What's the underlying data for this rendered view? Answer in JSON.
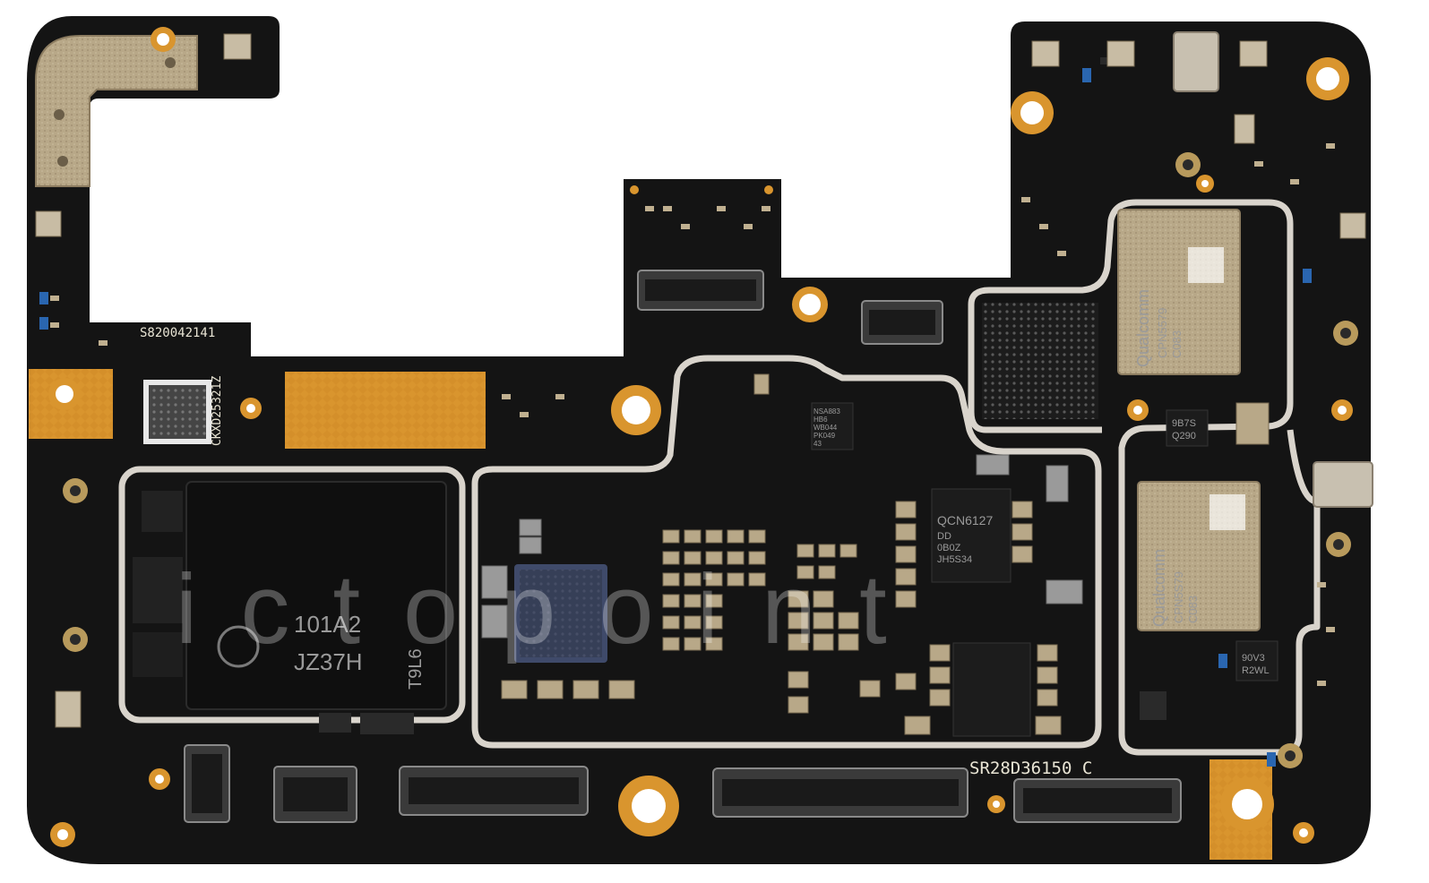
{
  "board": {
    "mask_color": "#141414",
    "pad_color": "#d9952e",
    "shield_color": "#d9d4cc",
    "serial_top": "S820042141",
    "serial_bottom": "SR28D36150 C",
    "code_mark": "CKXD25321Z"
  },
  "chips": {
    "memory": {
      "line1": "101A2",
      "line2": "JZ37H",
      "line3": "T9L6"
    },
    "rf_transceiver": {
      "line1": "QCN6127",
      "line2": "DD",
      "line3": "0B0Z",
      "line4": "JH5S34"
    },
    "qualcomm_top": {
      "brand": "Qualcomm",
      "line1": "CPN5579",
      "line2": "C083"
    },
    "qualcomm_bottom": {
      "brand": "Qualcomm",
      "line1": "CPN5S79",
      "line2": "C083"
    },
    "small_ic_right": {
      "line1": "90V3",
      "line2": "R2WL"
    },
    "small_ic_mid": {
      "line1": "NSA883",
      "line2": "HB6",
      "line3": "WB044",
      "line4": "PK049",
      "line5": "43"
    },
    "small_ic_a": {
      "line1": "9B7S",
      "line2": "Q290"
    }
  },
  "watermark": {
    "text": "ictopoint"
  }
}
